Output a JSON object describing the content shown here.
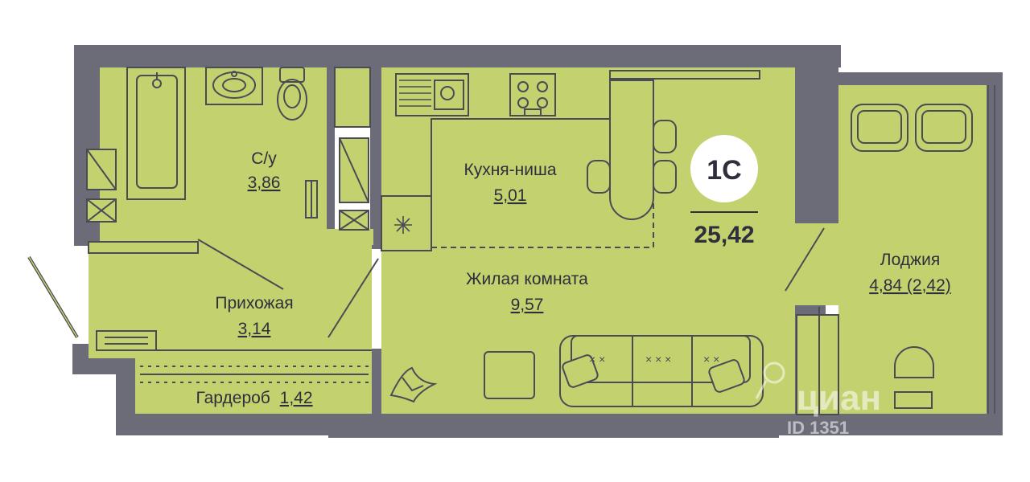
{
  "colors": {
    "wall": "#6b6c78",
    "floor": "#c3d26e",
    "line": "#4a4b55",
    "text": "#2e2e3c"
  },
  "apartment": {
    "type_badge": "1С",
    "total_area": "25,42"
  },
  "rooms": {
    "bathroom": {
      "name": "С/у",
      "area": "3,86"
    },
    "kitchen": {
      "name": "Кухня-ниша",
      "area": "5,01"
    },
    "living": {
      "name": "Жилая комната",
      "area": "9,57"
    },
    "hallway": {
      "name": "Прихожая",
      "area": "3,14"
    },
    "wardrobe": {
      "name": "Гардероб",
      "area": "1,42"
    },
    "loggia": {
      "name": "Лоджия",
      "area": "4,84 (2,42)"
    }
  },
  "watermark": {
    "brand": "циан",
    "id_text": "ID 1351"
  },
  "icons": {
    "fridge": "snowflake-icon",
    "plant": "plant-icon",
    "sofa": "sofa-icon"
  }
}
